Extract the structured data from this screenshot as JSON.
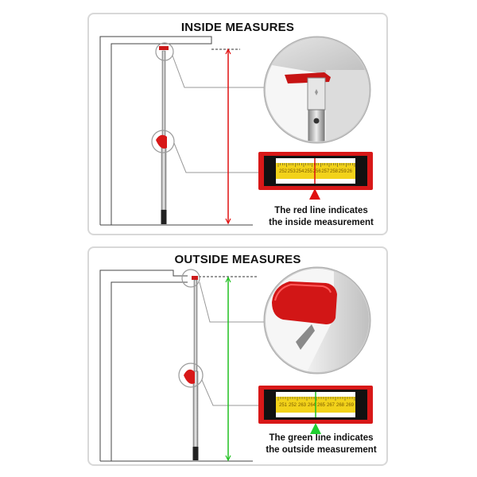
{
  "inside": {
    "title": "INSIDE MEASURES",
    "caption_line1": "The red line indicates",
    "caption_line2": "the inside measurement",
    "tape_numbers": [
      "252",
      "253",
      "254",
      "255",
      "256",
      "257",
      "258",
      "259",
      "26"
    ],
    "line_color": "#e01010",
    "indicator_color": "#e01010"
  },
  "outside": {
    "title": "OUTSIDE MEASURES",
    "caption_line1": "The green line indicates",
    "caption_line2": "the outside measurement",
    "tape_numbers": [
      "251",
      "252",
      "263",
      "264",
      "265",
      "267",
      "268",
      "269"
    ],
    "line_color": "#20c020",
    "indicator_color": "#20d030"
  },
  "colors": {
    "tip_red": "#d81818",
    "tape_yellow": "#f2d21a",
    "frame_red": "#d81818",
    "frame_black": "#111111"
  }
}
